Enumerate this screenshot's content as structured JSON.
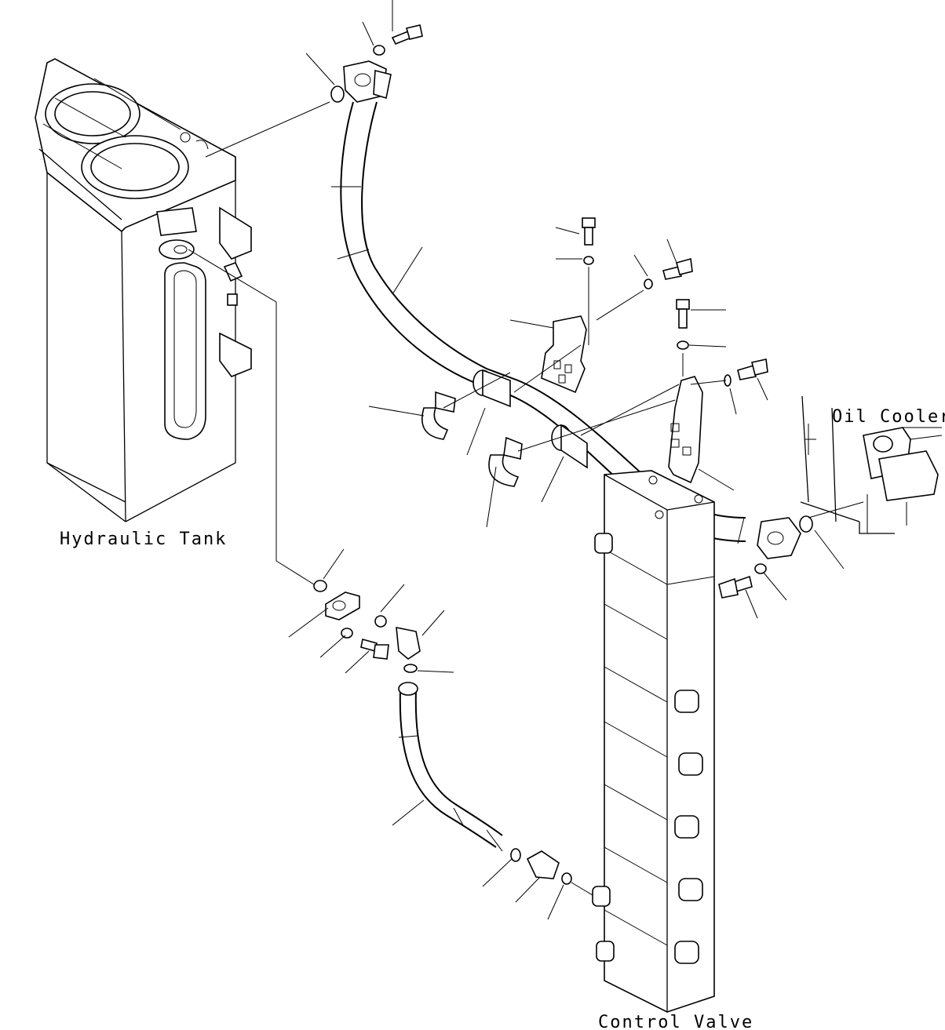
{
  "labels": {
    "hydraulic_tank": "Hydraulic Tank",
    "oil_cooler": "Oil Cooler",
    "control_valve": "Control Valve"
  }
}
